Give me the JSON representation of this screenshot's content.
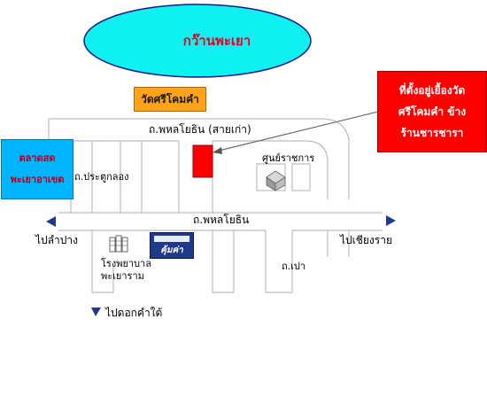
{
  "lake": {
    "label": "กว๊านพะเยา"
  },
  "temple": {
    "label": "วัดศรีโคมคำ"
  },
  "market": {
    "line1": "ตลาดสด",
    "line2": "พะเยาอาเขต"
  },
  "shop": {
    "line1": "ที่ตั้งอยู่เยื้องวัด",
    "line2": "ศรีโคมคำ ข้าง",
    "line3": "ร้านชารชารา"
  },
  "roads": {
    "old_road": "ถ.พหลโยธิน (สายเก่า)",
    "main_road": "ถ.พหลโยธิน",
    "pratu_klong": "ถ.ประตูกลอง",
    "pao": "ถ.เปา"
  },
  "places": {
    "gov_center": "ศูนย์ราชการ",
    "hospital_line1": "โรงพยาบาล",
    "hospital_line2": "พะเยาราม",
    "bank": "คุ้มค่า"
  },
  "directions": {
    "west": "ไปลำปาง",
    "east": "ไปเชียงราย",
    "south": "ไปดอกคำใต้"
  },
  "colors": {
    "lake_fill": "#0ff0f0",
    "road_outline": "#bcbcbc",
    "temple": "#ffa31a",
    "market": "#00b4ff",
    "shop_callout": "#ff0000",
    "shop_marker": "#ff0000",
    "arrow": "#1f3a8a"
  }
}
